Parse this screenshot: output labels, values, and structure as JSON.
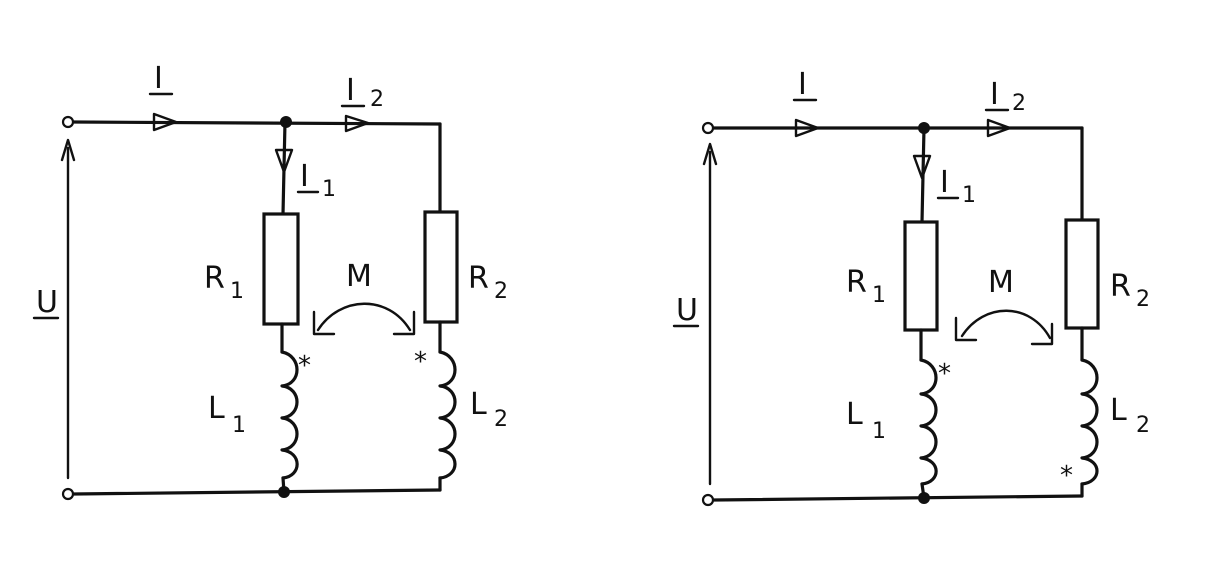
{
  "diagrams": [
    {
      "labels": {
        "current_total": "I",
        "current_1": "I",
        "current_1_sub": "1",
        "current_2": "I",
        "current_2_sub": "2",
        "voltage": "U",
        "r1": "R",
        "r1_sub": "1",
        "r2": "R",
        "r2_sub": "2",
        "l1": "L",
        "l1_sub": "1",
        "l2": "L",
        "l2_sub": "2",
        "mutual": "M",
        "dot_l1": "*",
        "dot_l2": "*"
      }
    },
    {
      "labels": {
        "current_total": "I",
        "current_1": "I",
        "current_1_sub": "1",
        "current_2": "I",
        "current_2_sub": "2",
        "voltage": "U",
        "r1": "R",
        "r1_sub": "1",
        "r2": "R",
        "r2_sub": "2",
        "l1": "L",
        "l1_sub": "1",
        "l2": "L",
        "l2_sub": "2",
        "mutual": "M",
        "dot_l1": "*",
        "dot_l2": "*"
      }
    }
  ]
}
